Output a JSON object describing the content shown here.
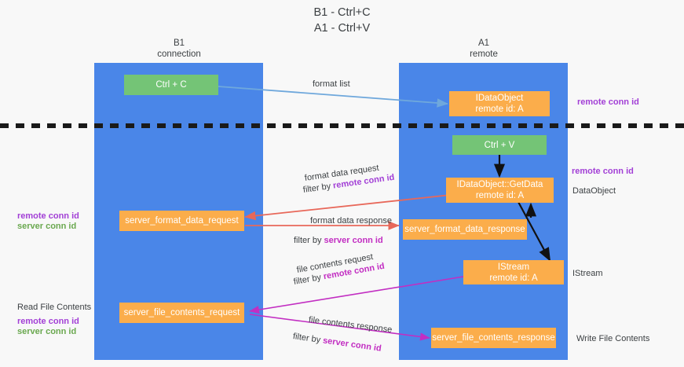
{
  "title": {
    "line1": "B1 - Ctrl+C",
    "line2": "A1 - Ctrl+V"
  },
  "columns": [
    {
      "name": "B1",
      "sub": "connection"
    },
    {
      "name": "A1",
      "sub": "remote"
    }
  ],
  "nodes": {
    "ctrl_c": {
      "label": "Ctrl + C"
    },
    "idataobject": {
      "line1": "IDataObject",
      "line2": "remote id: A"
    },
    "ctrl_v": {
      "label": "Ctrl + V"
    },
    "getdata": {
      "line1": "IDataObject::GetData",
      "line2": "remote id: A"
    },
    "server_format_data_request": {
      "label": "server_format_data_request"
    },
    "server_format_data_response": {
      "label": "server_format_data_response"
    },
    "istream": {
      "line1": "IStream",
      "line2": "remote id: A"
    },
    "server_file_contents_request": {
      "label": "server_file_contents_request"
    },
    "server_file_contents_response": {
      "label": "server_file_contents_response"
    }
  },
  "edges": {
    "format_list": {
      "label": "format list"
    },
    "format_data_request": {
      "label": "format data request",
      "filter_prefix": "filter by ",
      "filter_key": "remote conn id"
    },
    "format_data_response": {
      "label": "format data response",
      "filter_prefix": "filter by ",
      "filter_key": "server conn id"
    },
    "file_contents_request": {
      "label": "file contents request",
      "filter_prefix": "filter by ",
      "filter_key": "remote conn id"
    },
    "file_contents_response": {
      "label": "file contents response",
      "filter_prefix": "filter by ",
      "filter_key": "server conn id"
    }
  },
  "annotations": {
    "remote_conn_id_top": "remote conn id",
    "remote_conn_id_mid": "remote conn id",
    "dataobject": "DataObject",
    "istream": "IStream",
    "write_file_contents": "Write File Contents",
    "read_file_contents": "Read File Contents",
    "left_remote_conn_id_1": "remote conn id",
    "left_server_conn_id_1": "server conn id",
    "left_remote_conn_id_2": "remote conn id",
    "left_server_conn_id_2": "server conn id"
  },
  "colors": {
    "lane": "#4a86e8",
    "green_node": "#74c476",
    "orange_node": "#fbad4b",
    "purple": "#a23fd6",
    "magenta": "#c22ec2",
    "green_text": "#6aa84f",
    "red_arrow": "#e8685a",
    "blue_arrow": "#6fa8dc",
    "black": "#1a1a1a",
    "background": "#f8f8f8"
  }
}
